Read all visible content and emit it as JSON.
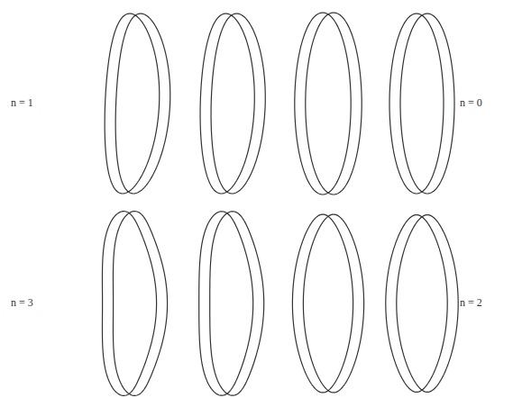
{
  "diagram": {
    "labels": [
      "n = 1",
      "n = 0",
      "n = 3",
      "n = 2"
    ]
  }
}
